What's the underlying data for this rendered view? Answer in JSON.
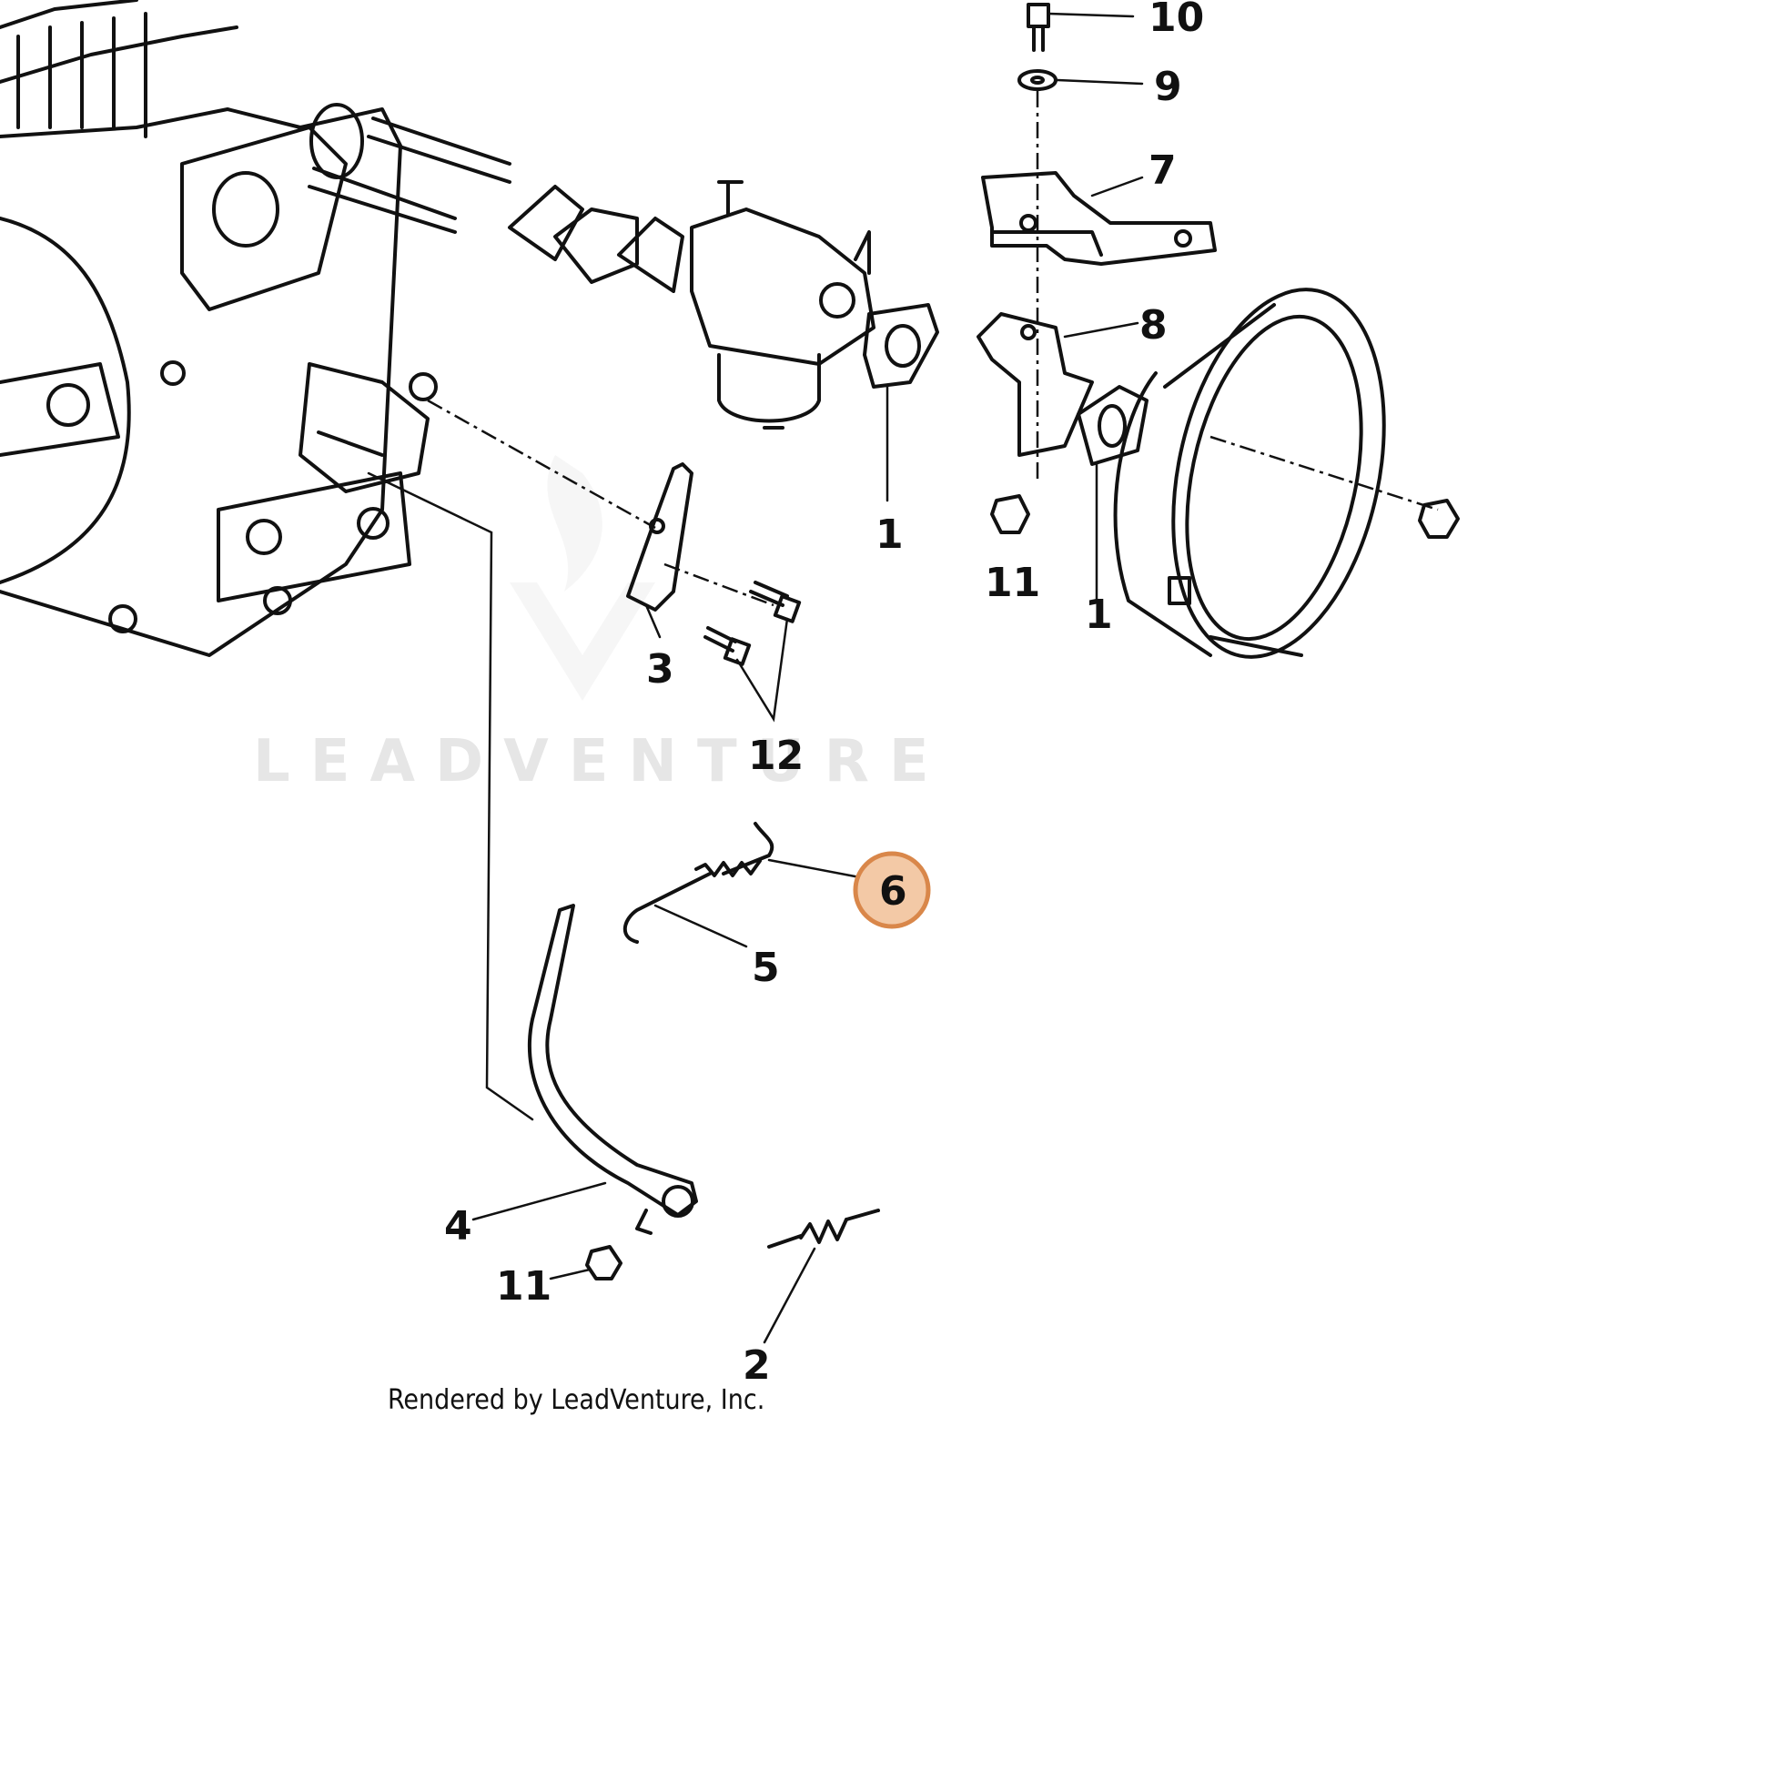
{
  "callouts": {
    "c10": "10",
    "c9": "9",
    "c7": "7",
    "c8": "8",
    "c1a": "1",
    "c1b": "1",
    "c11a": "11",
    "c11b": "11",
    "c3": "3",
    "c12": "12",
    "c6": "6",
    "c5": "5",
    "c4": "4",
    "c2": "2"
  },
  "watermark": "LEADVENTURE",
  "credit": "Rendered by LeadVenture, Inc.",
  "colors": {
    "highlight_fill": "#f3c9a6",
    "highlight_stroke": "#d9874a",
    "ink": "#111111",
    "watermark": "#e6e6e6"
  },
  "highlighted_part": "6"
}
